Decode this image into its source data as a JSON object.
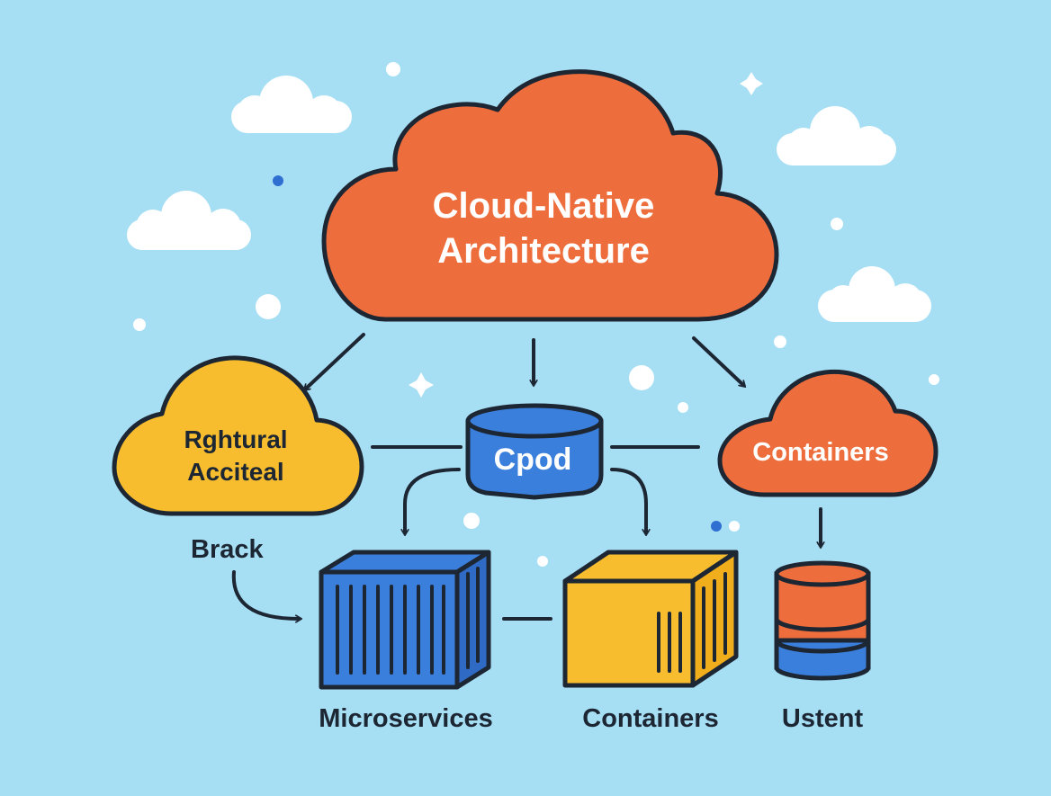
{
  "colors": {
    "background": "#a6def4",
    "outline": "#1d2633",
    "orange": "#ee6d3c",
    "yellow": "#f7bd2f",
    "blue": "#3a7fdc",
    "white": "#ffffff",
    "text_light": "#ffffff",
    "text_dark": "#1d2633"
  },
  "nodes": {
    "main_cloud": {
      "line1": "Cloud-Native",
      "line2": "Architecture"
    },
    "left_cloud": {
      "line1": "Rghtural",
      "line2": "Acciteal"
    },
    "center_db": {
      "label": "Cpod"
    },
    "right_cloud": {
      "label": "Containers"
    },
    "side_label": {
      "label": "Brack"
    },
    "microservices": {
      "label": "Microservices"
    },
    "containers_box": {
      "label": "Containers"
    },
    "storage": {
      "label": "Ustent"
    }
  },
  "icons": [
    "cloud-icon",
    "database-icon",
    "container-box-icon",
    "storage-stack-icon",
    "sparkle-icon",
    "arrow-icon"
  ]
}
